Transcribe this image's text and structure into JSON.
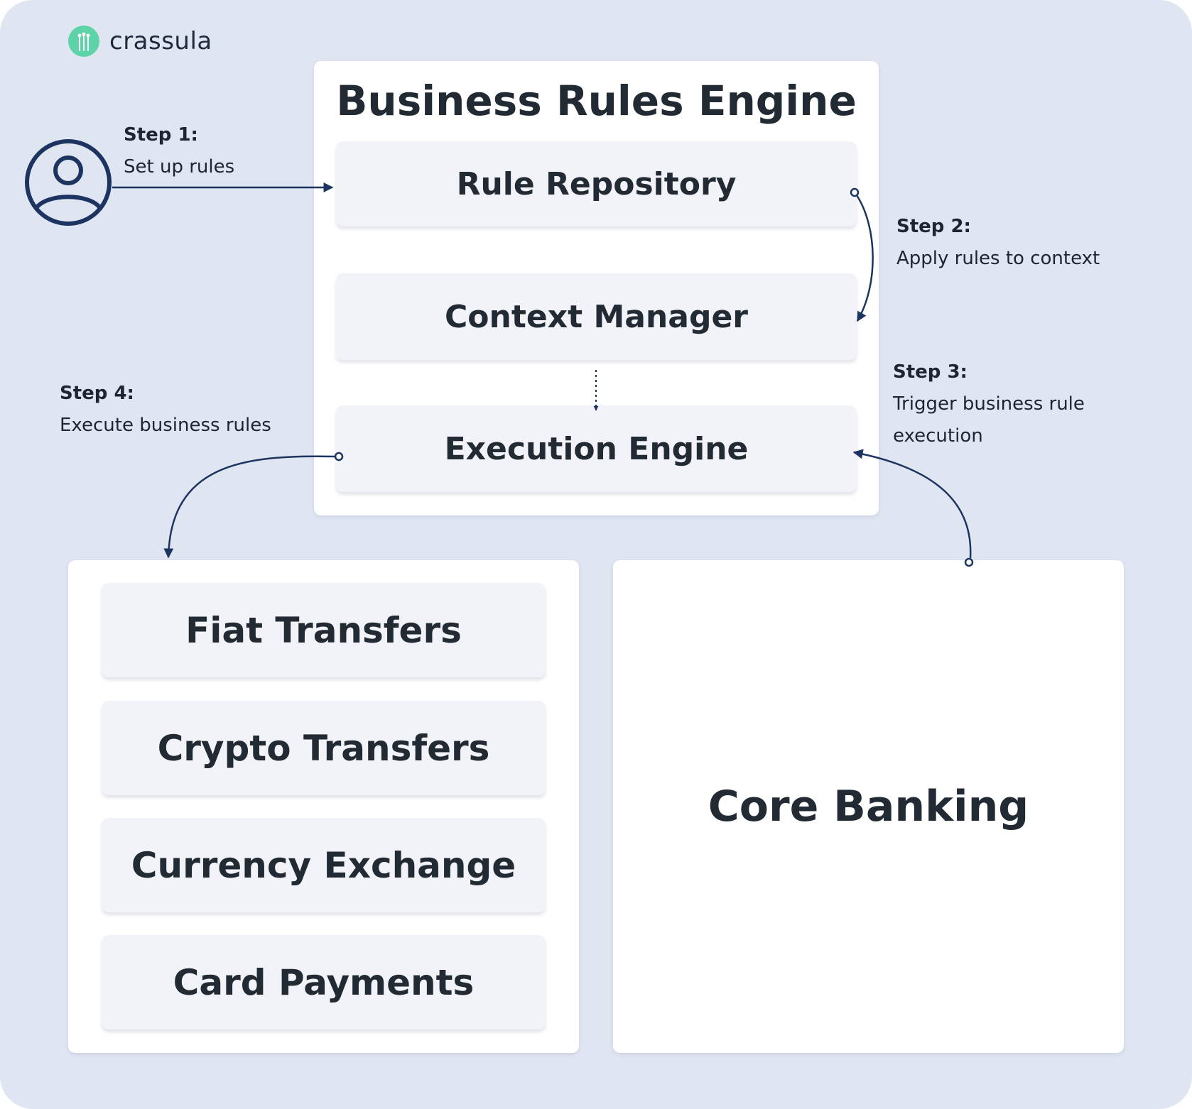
{
  "brand": {
    "name": "crassula",
    "color": "#5fd3a8"
  },
  "engine": {
    "title": "Business Rules Engine",
    "components": [
      {
        "label": "Rule Repository"
      },
      {
        "label": "Context Manager"
      },
      {
        "label": "Execution Engine"
      }
    ]
  },
  "services": [
    {
      "label": "Fiat Transfers"
    },
    {
      "label": "Crypto Transfers"
    },
    {
      "label": "Currency Exchange"
    },
    {
      "label": "Card Payments"
    }
  ],
  "core": {
    "label": "Core Banking"
  },
  "steps": [
    {
      "title": "Step 1:",
      "lines": [
        "Set up rules"
      ]
    },
    {
      "title": "Step 2:",
      "lines": [
        "Apply rules to context"
      ]
    },
    {
      "title": "Step 3:",
      "lines": [
        "Trigger business rule",
        "execution"
      ]
    },
    {
      "title": "Step 4:",
      "lines": [
        "Execute business rules"
      ]
    }
  ],
  "icons": {
    "user": "user-avatar-icon",
    "logo": "crassula-logo-icon"
  },
  "colors": {
    "background": "#e0e5f2",
    "panel": "#ffffff",
    "card": "#f2f3f8",
    "arrow": "#1d3461",
    "text": "#222a33"
  }
}
